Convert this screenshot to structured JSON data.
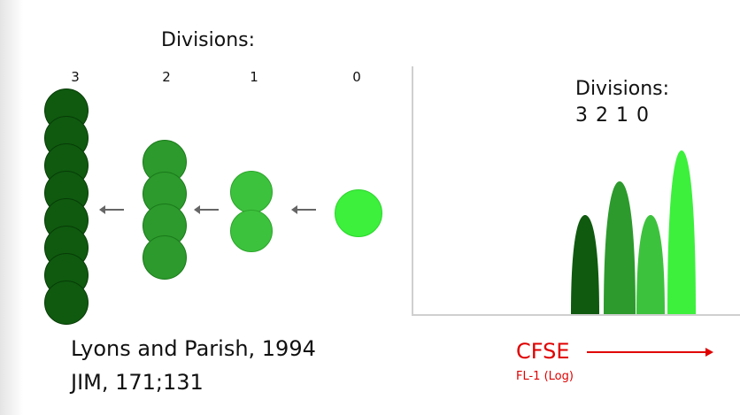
{
  "lineage": {
    "title": "Divisions:",
    "columns": [
      {
        "label": "3",
        "cells": 8,
        "color": "#0f5a0f"
      },
      {
        "label": "2",
        "cells": 4,
        "color": "#2c9a2c"
      },
      {
        "label": "1",
        "cells": 2,
        "color": "#3dc23d"
      },
      {
        "label": "0",
        "cells": 1,
        "color": "#3cf03c"
      }
    ]
  },
  "histogram": {
    "title": "Divisions:",
    "division_sequence": "3  2  1  0",
    "peaks": [
      {
        "division": "3",
        "color": "#0f5a0f"
      },
      {
        "division": "2",
        "color": "#2c9a2c"
      },
      {
        "division": "1",
        "color": "#3dc23d"
      },
      {
        "division": "0",
        "color": "#3cf03c"
      }
    ]
  },
  "citation": {
    "line1": "Lyons and Parish, 1994",
    "line2": "JIM, 171;131"
  },
  "axis": {
    "label": "CFSE",
    "sublabel": "FL-1 (Log)",
    "color": "#e00000"
  }
}
